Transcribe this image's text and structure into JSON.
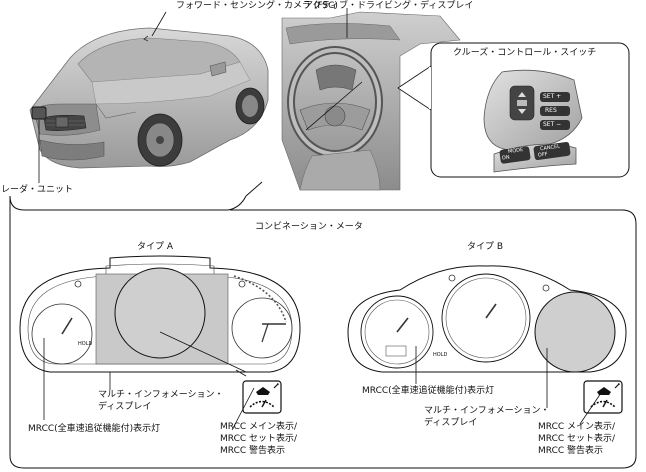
{
  "labels": {
    "fsc": "フォワード・センシング・カメラ (FSC)",
    "active_display": "アクティブ・ドライビング・ディスプレイ",
    "cruise_switch": "クルーズ・コントロール・スイッチ",
    "radar": "レーダ・ユニット",
    "combination_meter": "コンビネーション・メータ",
    "type_a": "タイプ A",
    "type_b": "タイプ B",
    "mid_a_1": "マルチ・インフォメーション・",
    "mid_a_2": "ディスプレイ",
    "mrcc_lamp_a": "MRCC(全車速追従機能付)表示灯",
    "mrcc_lamp_b": "MRCC(全車速追従機能付)表示灯",
    "mid_b_1": "マルチ・インフォメーション・",
    "mid_b_2": "ディスプレイ",
    "mrcc_disp_a_1": "MRCC メイン表示/",
    "mrcc_disp_a_2": "MRCC セット表示/",
    "mrcc_disp_a_3": "MRCC 警告表示",
    "mrcc_disp_b_1": "MRCC メイン表示/",
    "mrcc_disp_b_2": "MRCC セット表示/",
    "mrcc_disp_b_3": "MRCC 警告表示"
  },
  "switch_buttons": {
    "set_plus": "SET +",
    "res": "RES",
    "set_minus": "SET −",
    "mode": "MODE",
    "on": "ON",
    "cancel": "CANCEL",
    "off": "OFF"
  },
  "gauge_text": {
    "hold_a": "HOLD",
    "hold_b": "HOLD"
  }
}
